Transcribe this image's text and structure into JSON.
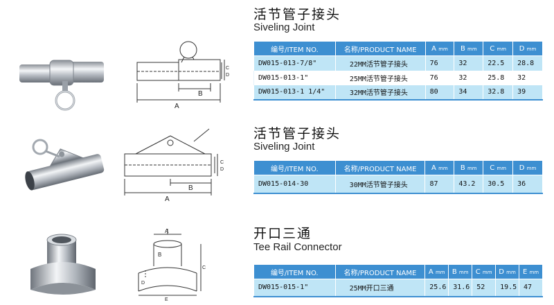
{
  "products": [
    {
      "title_cn": "活节管子接头",
      "title_en": "Siveling Joint",
      "headers": [
        "编号/ITEM NO.",
        "名称/PRODUCT NAME",
        "A",
        "B",
        "C",
        "D"
      ],
      "unit": "mm",
      "rows": [
        [
          "DW015-013-7/8\"",
          "22MM活节管子接头",
          "76",
          "32",
          "22.5",
          "28.8"
        ],
        [
          "DW015-013-1\"",
          "25MM活节管子接头",
          "76",
          "32",
          "25.8",
          "32"
        ],
        [
          "DW015-013-1 1/4\"",
          "32MM活节管子接头",
          "80",
          "34",
          "32.8",
          "39"
        ]
      ],
      "drawing_labels": [
        "A",
        "B",
        "C",
        "D"
      ]
    },
    {
      "title_cn": "活节管子接头",
      "title_en": "Siveling Joint",
      "headers": [
        "编号/ITEM NO.",
        "名称/PRODUCT NAME",
        "A",
        "B",
        "C",
        "D"
      ],
      "unit": "mm",
      "rows": [
        [
          "DW015-014-30",
          "30MM活节管子接头",
          "87",
          "43.2",
          "30.5",
          "36"
        ]
      ],
      "drawing_labels": [
        "A",
        "B",
        "C",
        "D"
      ]
    },
    {
      "title_cn": "开口三通",
      "title_en": "Tee Rail Connector",
      "headers": [
        "编号/ITEM NO.",
        "名称/PRODUCT NAME",
        "A",
        "B",
        "C",
        "D",
        "E"
      ],
      "unit": "mm",
      "rows": [
        [
          "DW015-015-1\"",
          "25MM开口三通",
          "25.6",
          "31.6",
          "52",
          "19.5",
          "47"
        ]
      ],
      "drawing_labels": [
        "A",
        "B",
        "C",
        "D",
        "E"
      ]
    }
  ]
}
